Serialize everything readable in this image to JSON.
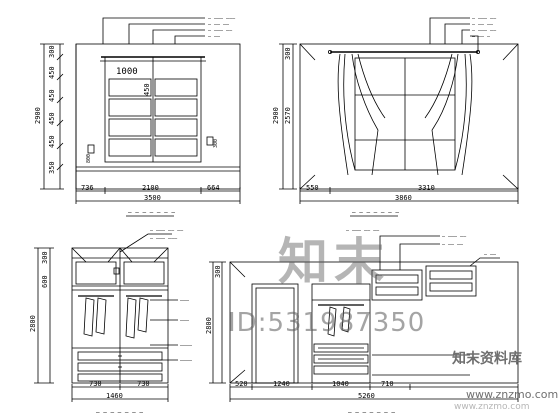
{
  "dimensions": {
    "view1_widths": [
      "736",
      "2100",
      "664",
      "3500"
    ],
    "view1_heights": [
      "300",
      "450",
      "450",
      "450",
      "450",
      "350",
      "2900"
    ],
    "view1_inner": [
      "1000",
      "450",
      "800",
      "300"
    ],
    "view2_widths": [
      "550",
      "3310",
      "3860"
    ],
    "view2_heights": [
      "300",
      "2900",
      "2570"
    ],
    "view3_widths": [
      "730",
      "730",
      "1460"
    ],
    "view3_heights": [
      "300",
      "600",
      "2800"
    ],
    "view4_widths": [
      "520",
      "1240",
      "1040",
      "710",
      "5260"
    ],
    "view4_heights": [
      "300",
      "2800"
    ]
  },
  "watermark": {
    "logo": "知末",
    "id": "ID:531987350",
    "site_cn": "知末资料库",
    "url": "www.znzmo.com",
    "url2": "www.znzmo.com"
  }
}
